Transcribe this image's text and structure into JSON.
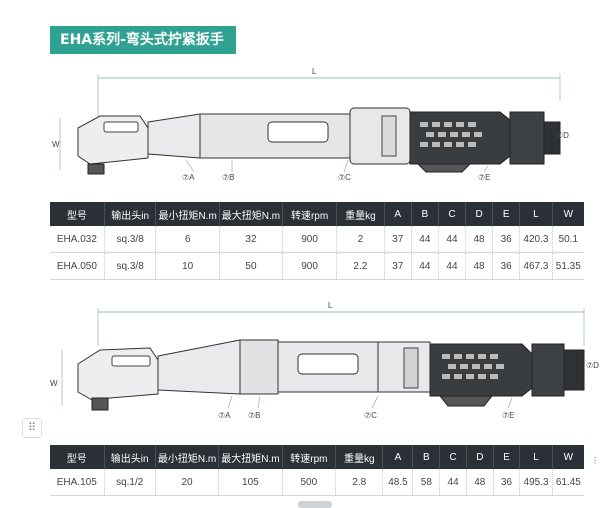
{
  "section_title": "EHA系列-弯头式拧紧扳手",
  "dims": {
    "L": "L",
    "W": "W",
    "A": "⑦A",
    "B": "⑦B",
    "C": "⑦C",
    "D": "⑦D",
    "E": "⑦E",
    "D_cut": "⑦D"
  },
  "table_headers": [
    "型号",
    "输出头in",
    "最小扭矩N.m",
    "最大扭矩N.m",
    "转速rpm",
    "重量kg",
    "A",
    "B",
    "C",
    "D",
    "E",
    "L",
    "W"
  ],
  "table1_rows": [
    [
      "EHA.032",
      "sq.3/8",
      "6",
      "32",
      "900",
      "2",
      "37",
      "44",
      "44",
      "48",
      "36",
      "420.3",
      "50.1"
    ],
    [
      "EHA.050",
      "sq.3/8",
      "10",
      "50",
      "900",
      "2.2",
      "37",
      "44",
      "44",
      "48",
      "36",
      "467.3",
      "51.35"
    ]
  ],
  "table2_rows": [
    [
      "EHA.105",
      "sq.1/2",
      "20",
      "105",
      "500",
      "2.8",
      "48.5",
      "58",
      "44",
      "48",
      "36",
      "495.3",
      "61.45"
    ]
  ],
  "ui": {
    "drag_handle": "⠿",
    "dots": "⋮"
  }
}
